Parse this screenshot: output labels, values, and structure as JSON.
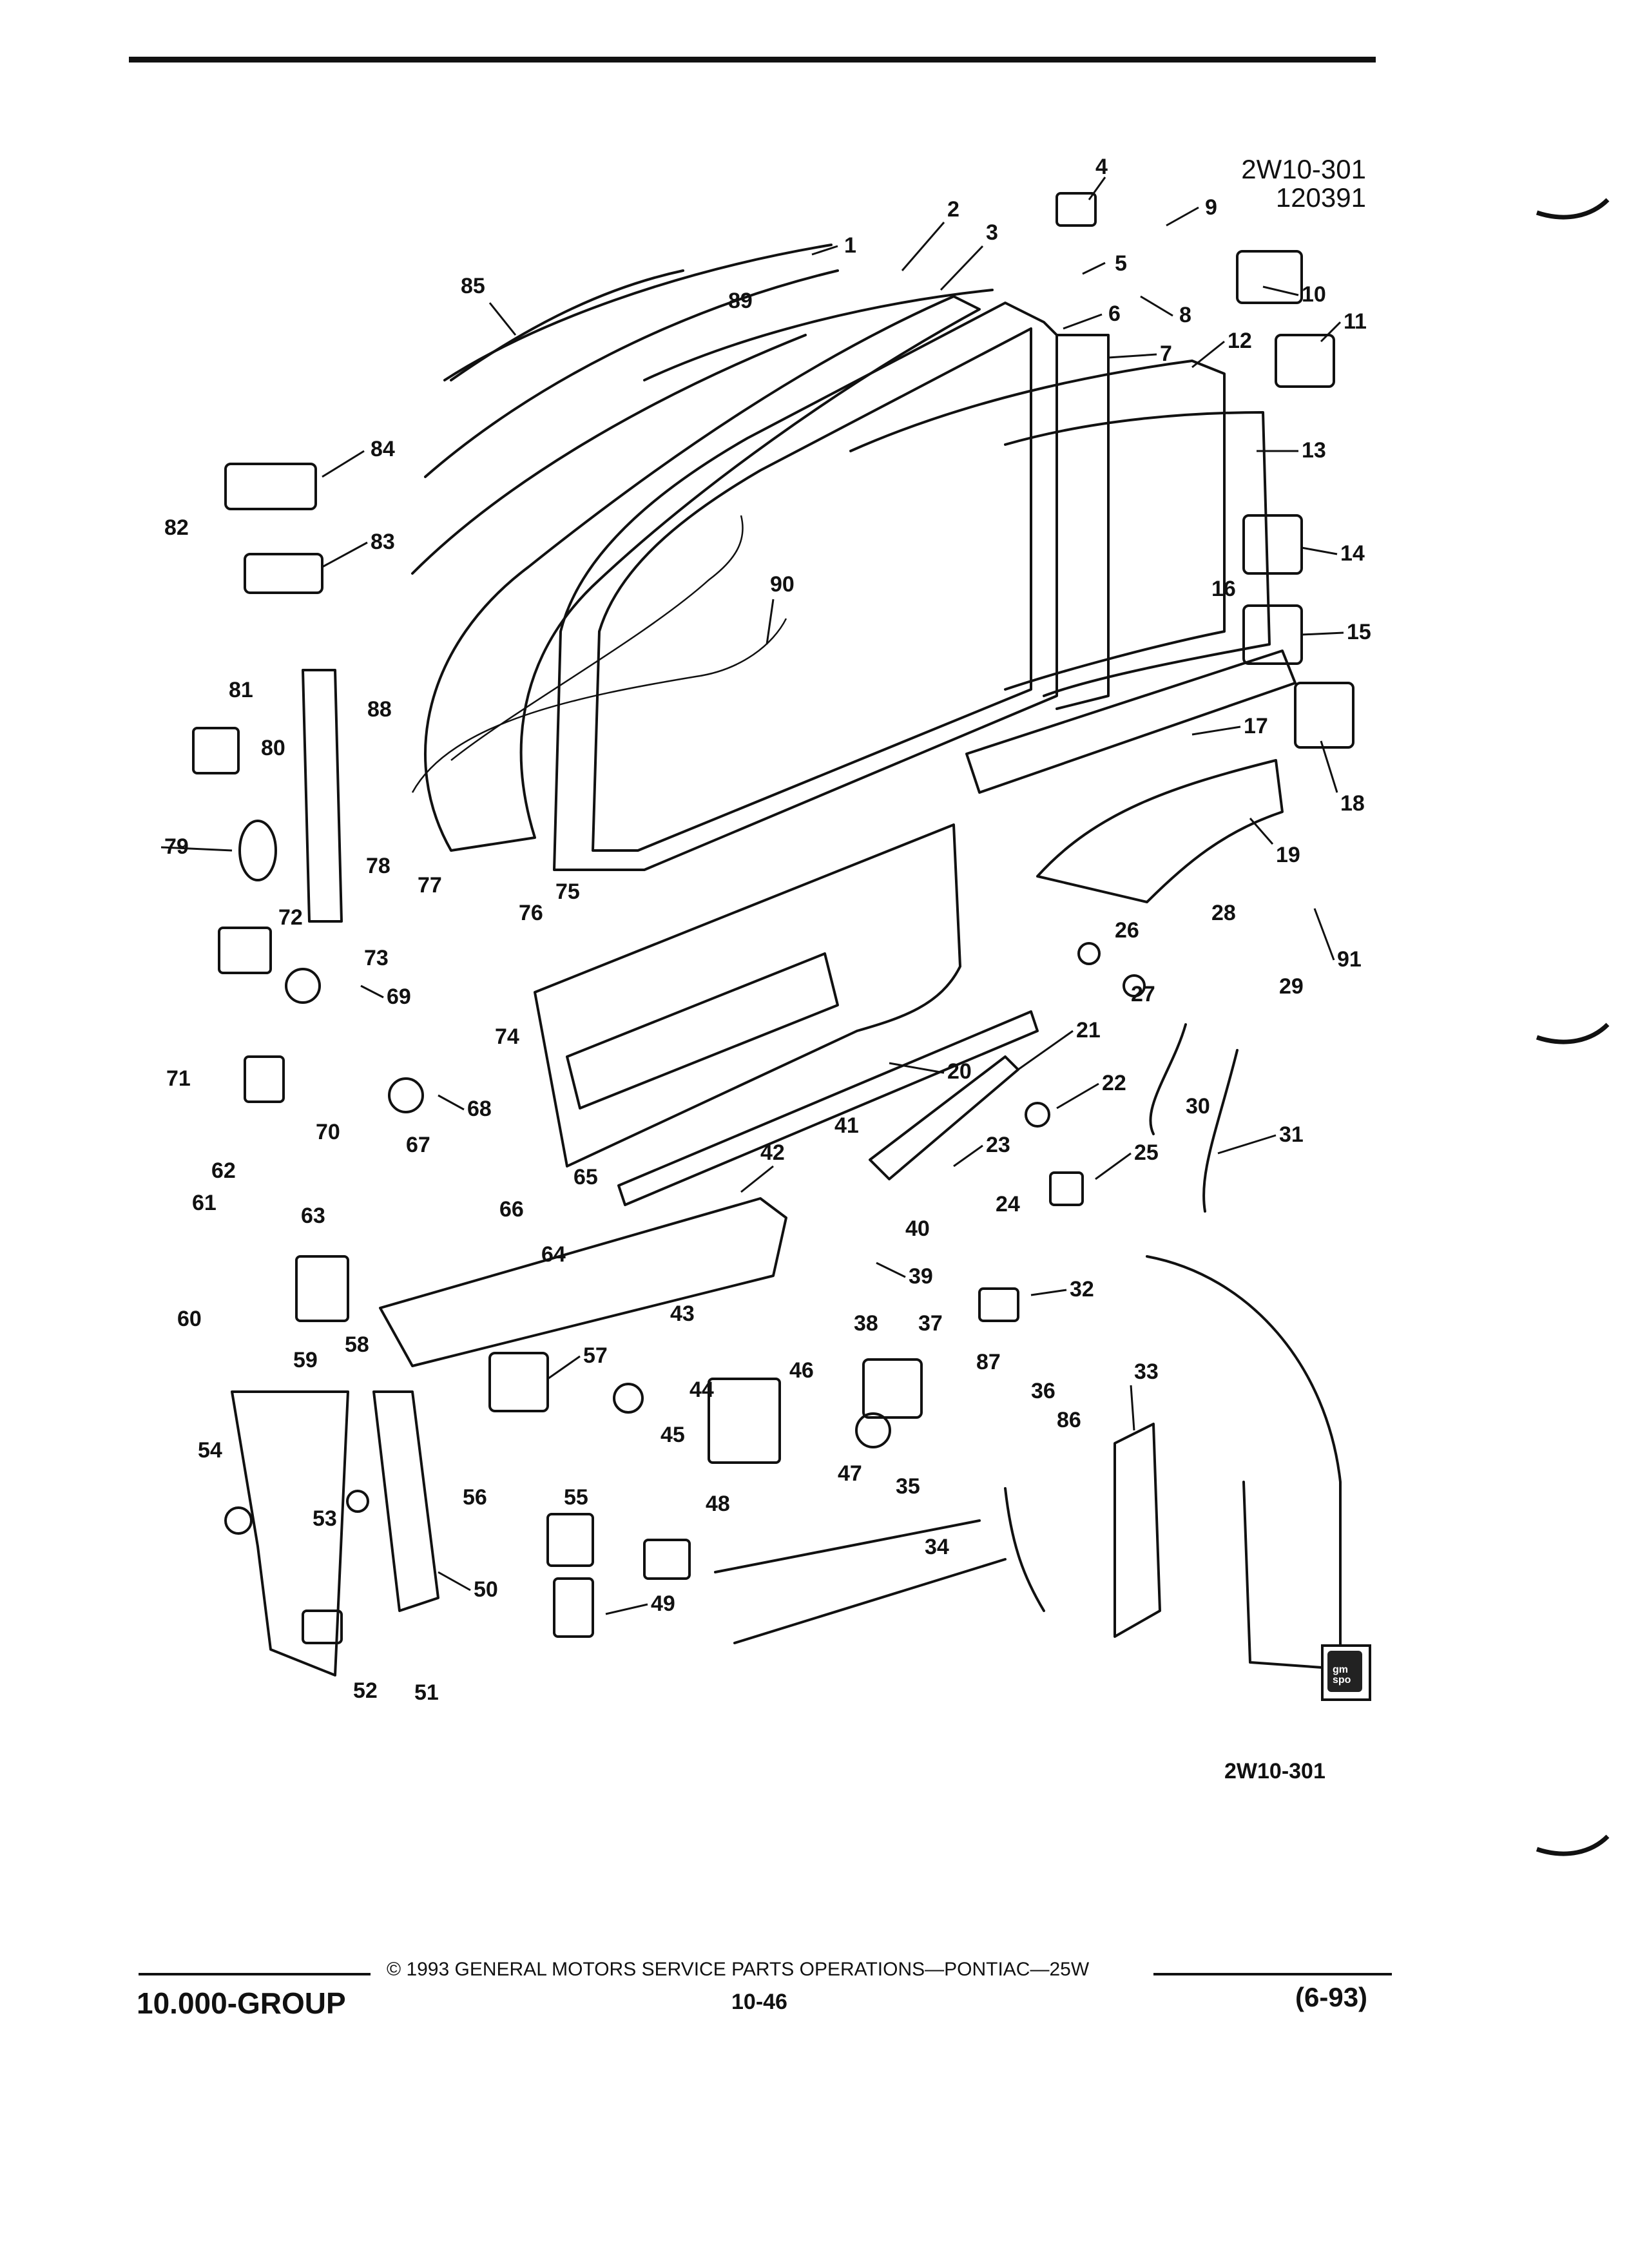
{
  "header": {
    "code": "2W10-301",
    "date_code": "120391"
  },
  "diagram": {
    "callouts": [
      "1",
      "2",
      "3",
      "4",
      "5",
      "6",
      "7",
      "8",
      "9",
      "10",
      "11",
      "12",
      "13",
      "14",
      "15",
      "16",
      "17",
      "18",
      "19",
      "20",
      "21",
      "22",
      "23",
      "24",
      "25",
      "26",
      "27",
      "28",
      "29",
      "30",
      "31",
      "32",
      "33",
      "34",
      "35",
      "36",
      "37",
      "38",
      "39",
      "40",
      "41",
      "42",
      "43",
      "44",
      "45",
      "46",
      "47",
      "48",
      "49",
      "50",
      "51",
      "52",
      "53",
      "54",
      "55",
      "56",
      "57",
      "58",
      "59",
      "60",
      "61",
      "62",
      "63",
      "64",
      "65",
      "66",
      "67",
      "68",
      "69",
      "70",
      "71",
      "72",
      "73",
      "74",
      "75",
      "76",
      "77",
      "78",
      "79",
      "80",
      "81",
      "82",
      "83",
      "84",
      "85",
      "86",
      "87",
      "88",
      "89",
      "90",
      "91"
    ],
    "bottom_code": "2W10-301",
    "logo_text": "gm spo"
  },
  "footer": {
    "copyright": "© 1993 GENERAL MOTORS SERVICE PARTS OPERATIONS—PONTIAC—25W",
    "group": "10.000-GROUP",
    "page_number": "10-46",
    "revision": "(6-93)"
  }
}
